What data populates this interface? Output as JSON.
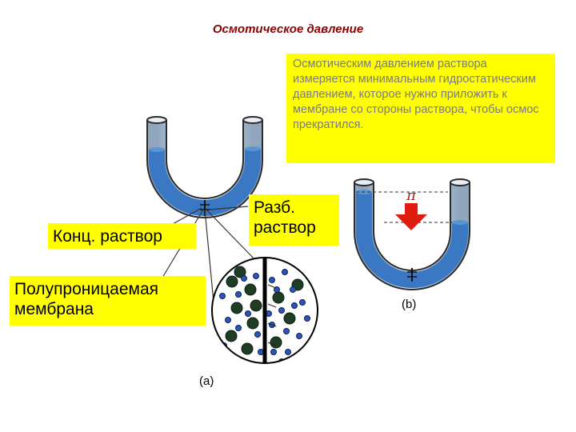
{
  "title": "Осмотическое давление",
  "definition": "Осмотическим давлением раствора измеряется минимальным гидростатическим давлением, которое нужно приложить к мембране со стороны раствора, чтобы осмос прекратился.",
  "labels": {
    "concentrated": "Конц. раствор",
    "dilute": "Разб. раствор",
    "membrane": "Полупроницаемая мембрана"
  },
  "captions": {
    "a": "(a)",
    "b": "(b)"
  },
  "pi_symbol": "π",
  "colors": {
    "highlight": "#ffff00",
    "liquid": "#3a78c4",
    "tube": "#b9c9d8",
    "arrow": "#e01b0f",
    "title": "#8b0000"
  }
}
